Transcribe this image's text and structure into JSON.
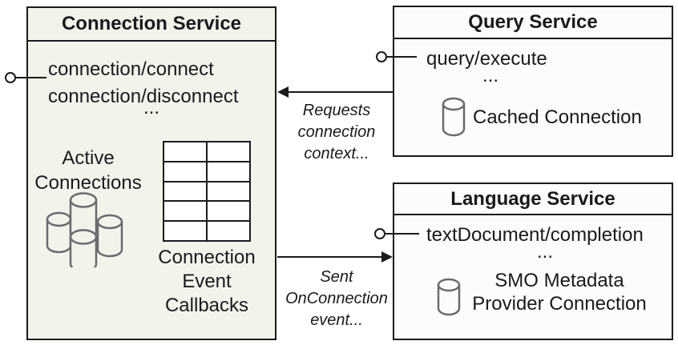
{
  "colors": {
    "background": "#ffffff",
    "box_border": "#1b1b1b",
    "connection_box_fill": "#f1f4ea",
    "service_box_fill": "#fcfcfb",
    "cylinder_stroke": "#6b6b6b",
    "text": "#1a1a1a"
  },
  "connection_service": {
    "title": "Connection Service",
    "methods": [
      "connection/connect",
      "connection/disconnect"
    ],
    "ellipsis": "...",
    "active_connections_label": [
      "Active",
      "Connections"
    ],
    "callbacks_label": [
      "Connection",
      "Event",
      "Callbacks"
    ],
    "icons": [
      "database-cluster-icon",
      "callbacks-table-icon",
      "provided-interface-lollipop-icon"
    ]
  },
  "query_service": {
    "title": "Query Service",
    "methods": [
      "query/execute"
    ],
    "ellipsis": "...",
    "connection_label": "Cached Connection",
    "icons": [
      "database-cylinder-icon",
      "provided-interface-lollipop-icon"
    ]
  },
  "language_service": {
    "title": "Language Service",
    "methods": [
      "textDocument/completion"
    ],
    "ellipsis": "...",
    "connection_label": [
      "SMO Metadata",
      "Provider Connection"
    ],
    "icons": [
      "database-cylinder-icon",
      "provided-interface-lollipop-icon"
    ]
  },
  "arrows": {
    "requests_connection": {
      "from": "Query Service",
      "to": "Connection Service",
      "label_lines": [
        "Requests",
        "connection",
        "context..."
      ]
    },
    "sent_onconnection": {
      "from": "Connection Service",
      "to": "Language Service",
      "label_lines": [
        "Sent",
        "OnConnection",
        "event..."
      ]
    }
  }
}
